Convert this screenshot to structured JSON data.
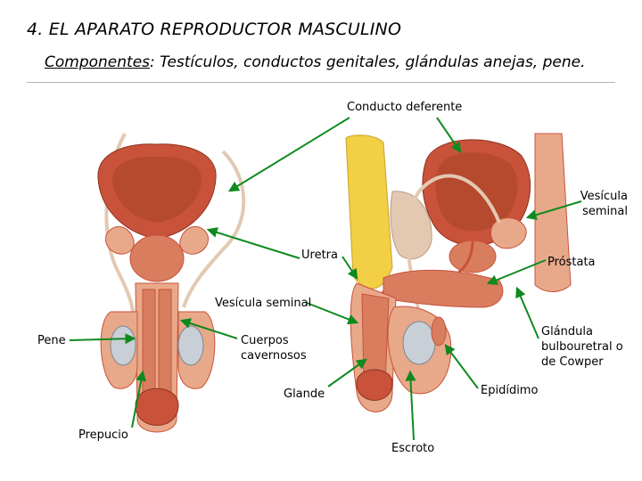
{
  "heading": {
    "title": "4. EL APARATO REPRODUCTOR MASCULINO",
    "subtitle_key": "Componentes",
    "subtitle_sep": ":",
    "subtitle_rest": " Testículos, conductos genitales, glándulas anejas, pene."
  },
  "labels": {
    "conducto_deferente": "Conducto deferente",
    "vesicula_seminal_top": "Vesícula seminal",
    "uretra": "Uretra",
    "prostata": "Próstata",
    "vesicula_seminal_mid": "Vesícula seminal",
    "pene": "Pene",
    "cuerpos_cavernosos": "Cuerpos cavernosos",
    "glandula_bulbouretral": "Glándula bulbouretral o de Cowper",
    "glande": "Glande",
    "epididimo": "Epidídimo",
    "prepucio": "Prepucio",
    "escroto": "Escroto"
  },
  "colors": {
    "pointer": "#0f8a1f",
    "tissue": "#e8a98a",
    "tissue_dark": "#c8523a",
    "muscle": "#d97d5f",
    "bladder_inner": "#b54a2e",
    "fat": "#f2cf45",
    "duct": "#e3c9b2",
    "testis": "#c9cfd6"
  }
}
